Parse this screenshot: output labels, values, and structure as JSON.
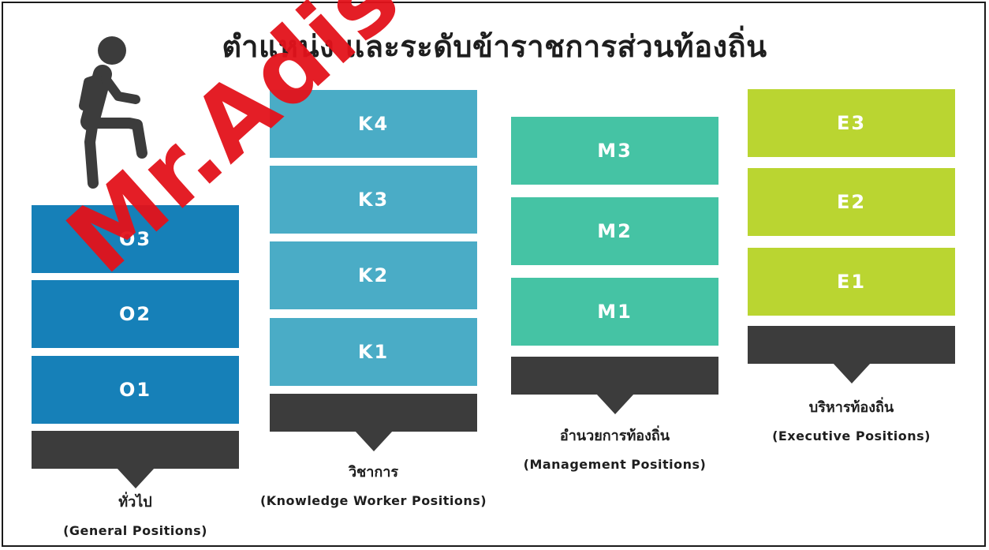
{
  "title": "ตำแหน่ง และระดับข้าราชการส่วนท้องถิ่น",
  "watermark": "Mr.Adison",
  "colors": {
    "general": "#1680b8",
    "knowledge": "#4aacc6",
    "management": "#45c3a4",
    "executive": "#bad531",
    "base": "#3c3c3c"
  },
  "icons": {
    "person": "person-climbing-icon"
  },
  "groups": [
    {
      "levels": [
        "O3",
        "O2",
        "O1"
      ],
      "label_th": "ทั่วไป",
      "label_en": "(General Positions)"
    },
    {
      "levels": [
        "K4",
        "K3",
        "K2",
        "K1"
      ],
      "label_th": "วิชาการ",
      "label_en": "(Knowledge Worker Positions)"
    },
    {
      "levels": [
        "M3",
        "M2",
        "M1"
      ],
      "label_th": "อำนวยการท้องถิ่น",
      "label_en": "(Management  Positions)"
    },
    {
      "levels": [
        "E3",
        "E2",
        "E1"
      ],
      "label_th": "บริหารท้องถิ่น",
      "label_en": "(Executive  Positions)"
    }
  ]
}
